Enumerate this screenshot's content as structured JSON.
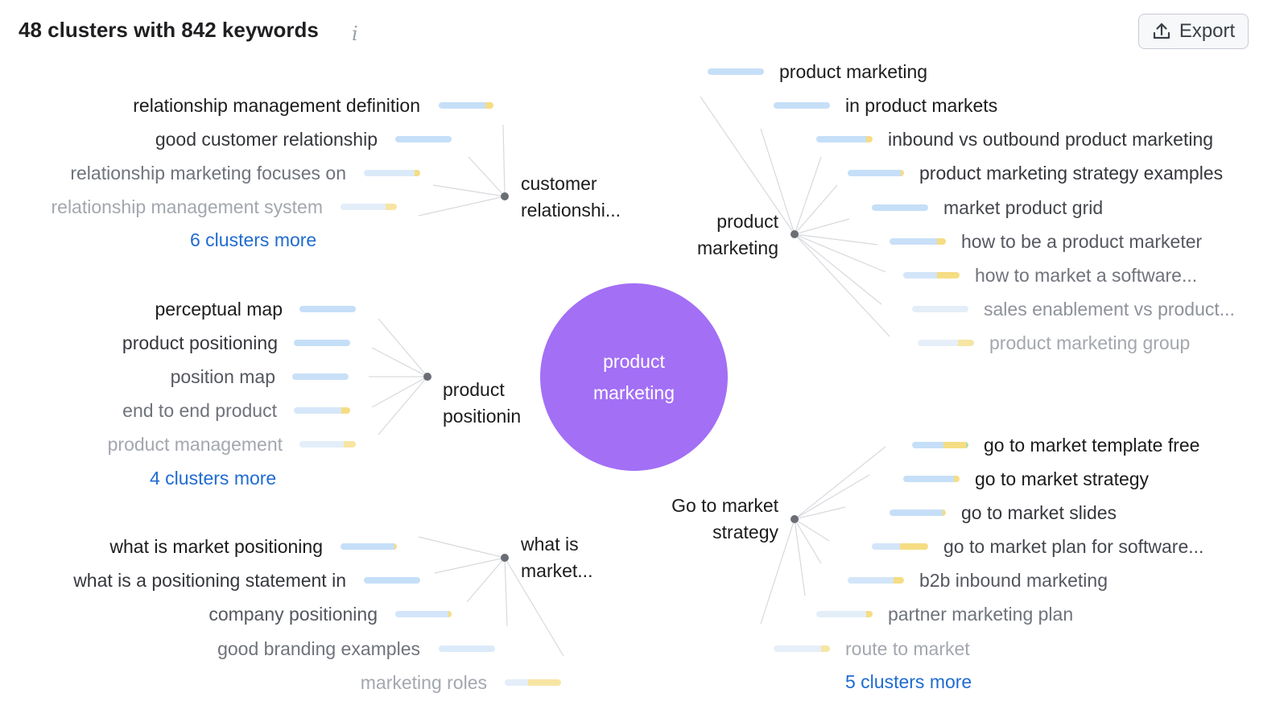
{
  "header": {
    "title": "48 clusters with 842 keywords",
    "info_icon": "info-icon",
    "export_label": "Export",
    "export_icon": "upload-icon"
  },
  "center": {
    "line1": "product",
    "line2": "marketing",
    "color": "#a36ff5"
  },
  "colors": {
    "bar_blue": "#c6dff8",
    "bar_yellow": "#f5dd84",
    "bar_green": "#b6e0a8",
    "link": "#1f6bd1"
  },
  "clusters": {
    "customer_relationship": {
      "label_line1": "customer",
      "label_line2": "relationshi...",
      "more_link": "6 clusters more",
      "keywords": [
        "relationship management definition",
        "good customer relationship",
        "relationship marketing focuses on",
        "relationship management system"
      ]
    },
    "product_positioning": {
      "label_line1": "product",
      "label_line2": "positionin",
      "more_link": "4 clusters more",
      "keywords": [
        "perceptual map",
        "product positioning",
        "position map",
        "end to end product",
        "product management"
      ]
    },
    "what_is_market": {
      "label_line1": "what is",
      "label_line2": "market...",
      "keywords": [
        "what is market positioning",
        "what is a positioning statement in",
        "company positioning",
        "good branding examples",
        "marketing roles"
      ]
    },
    "product_marketing": {
      "label_line1": "product",
      "label_line2": "marketing",
      "keywords": [
        "product marketing",
        "in product markets",
        "inbound vs outbound product marketing",
        "product marketing strategy examples",
        "market product grid",
        "how to be a product marketer",
        "how to market a software...",
        "sales enablement vs product...",
        "product marketing group"
      ]
    },
    "go_to_market": {
      "label_line1": "Go to market",
      "label_line2": "strategy",
      "more_link": "5 clusters more",
      "keywords": [
        "go to market template free",
        "go to market strategy",
        "go to market slides",
        "go to market plan for software...",
        "b2b inbound marketing",
        "partner marketing plan",
        "route to market"
      ]
    }
  }
}
